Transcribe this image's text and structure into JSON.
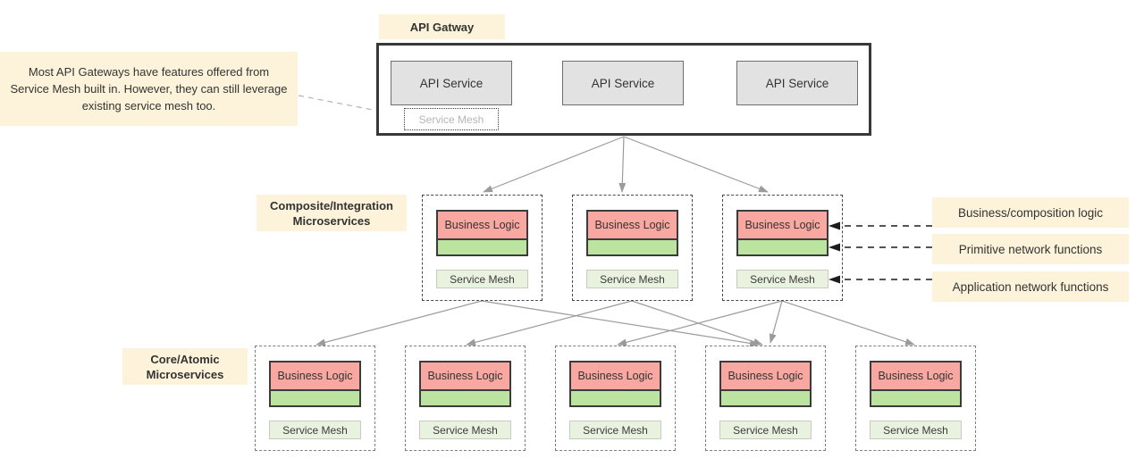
{
  "colors": {
    "cream": "#fcf3da",
    "business_logic_fill": "#f8a8a0",
    "network_functions_fill": "#bde3a1",
    "service_mesh_fill": "#e8f2df",
    "api_service_fill": "#e2e2e2",
    "flow_arrow": "#9b9b9b",
    "callout_arrow": "#1c1c1c"
  },
  "note": {
    "text": "Most API Gateways have features offered from Service Mesh built in. However, they can still leverage existing service mesh too."
  },
  "gateway": {
    "title": "API Gatway",
    "services": [
      {
        "label": "API Service"
      },
      {
        "label": "API Service"
      },
      {
        "label": "API Service"
      }
    ],
    "service_mesh_label": "Service Mesh"
  },
  "composite_row": {
    "label": "Composite/Integration Microservices",
    "units": [
      {
        "business_logic": "Business Logic",
        "service_mesh": "Service Mesh"
      },
      {
        "business_logic": "Business Logic",
        "service_mesh": "Service Mesh"
      },
      {
        "business_logic": "Business Logic",
        "service_mesh": "Service Mesh"
      }
    ]
  },
  "core_row": {
    "label": "Core/Atomic Microservices",
    "units": [
      {
        "business_logic": "Business Logic",
        "service_mesh": "Service Mesh"
      },
      {
        "business_logic": "Business Logic",
        "service_mesh": "Service Mesh"
      },
      {
        "business_logic": "Business Logic",
        "service_mesh": "Service Mesh"
      },
      {
        "business_logic": "Business Logic",
        "service_mesh": "Service Mesh"
      },
      {
        "business_logic": "Business Logic",
        "service_mesh": "Service Mesh"
      }
    ]
  },
  "legend": {
    "items": [
      {
        "label": "Business/composition logic"
      },
      {
        "label": "Primitive network functions"
      },
      {
        "label": "Application network functions"
      }
    ]
  },
  "edges": [
    {
      "from": "api-gateway",
      "to": "composite-1",
      "style": "flow"
    },
    {
      "from": "api-gateway",
      "to": "composite-2",
      "style": "flow"
    },
    {
      "from": "api-gateway",
      "to": "composite-3",
      "style": "flow"
    },
    {
      "from": "composite-1",
      "to": "core-1",
      "style": "flow"
    },
    {
      "from": "composite-1",
      "to": "core-4",
      "style": "flow"
    },
    {
      "from": "composite-2",
      "to": "core-2",
      "style": "flow"
    },
    {
      "from": "composite-2",
      "to": "core-4",
      "style": "flow"
    },
    {
      "from": "composite-3",
      "to": "core-3",
      "style": "flow"
    },
    {
      "from": "composite-3",
      "to": "core-4",
      "style": "flow"
    },
    {
      "from": "composite-3",
      "to": "core-5",
      "style": "flow"
    },
    {
      "from": "note",
      "to": "gateway-service-mesh",
      "style": "note"
    },
    {
      "from": "legend-1",
      "to": "composite-3-business-logic",
      "style": "callout"
    },
    {
      "from": "legend-2",
      "to": "composite-3-network-functions",
      "style": "callout"
    },
    {
      "from": "legend-3",
      "to": "composite-3-service-mesh",
      "style": "callout"
    }
  ]
}
